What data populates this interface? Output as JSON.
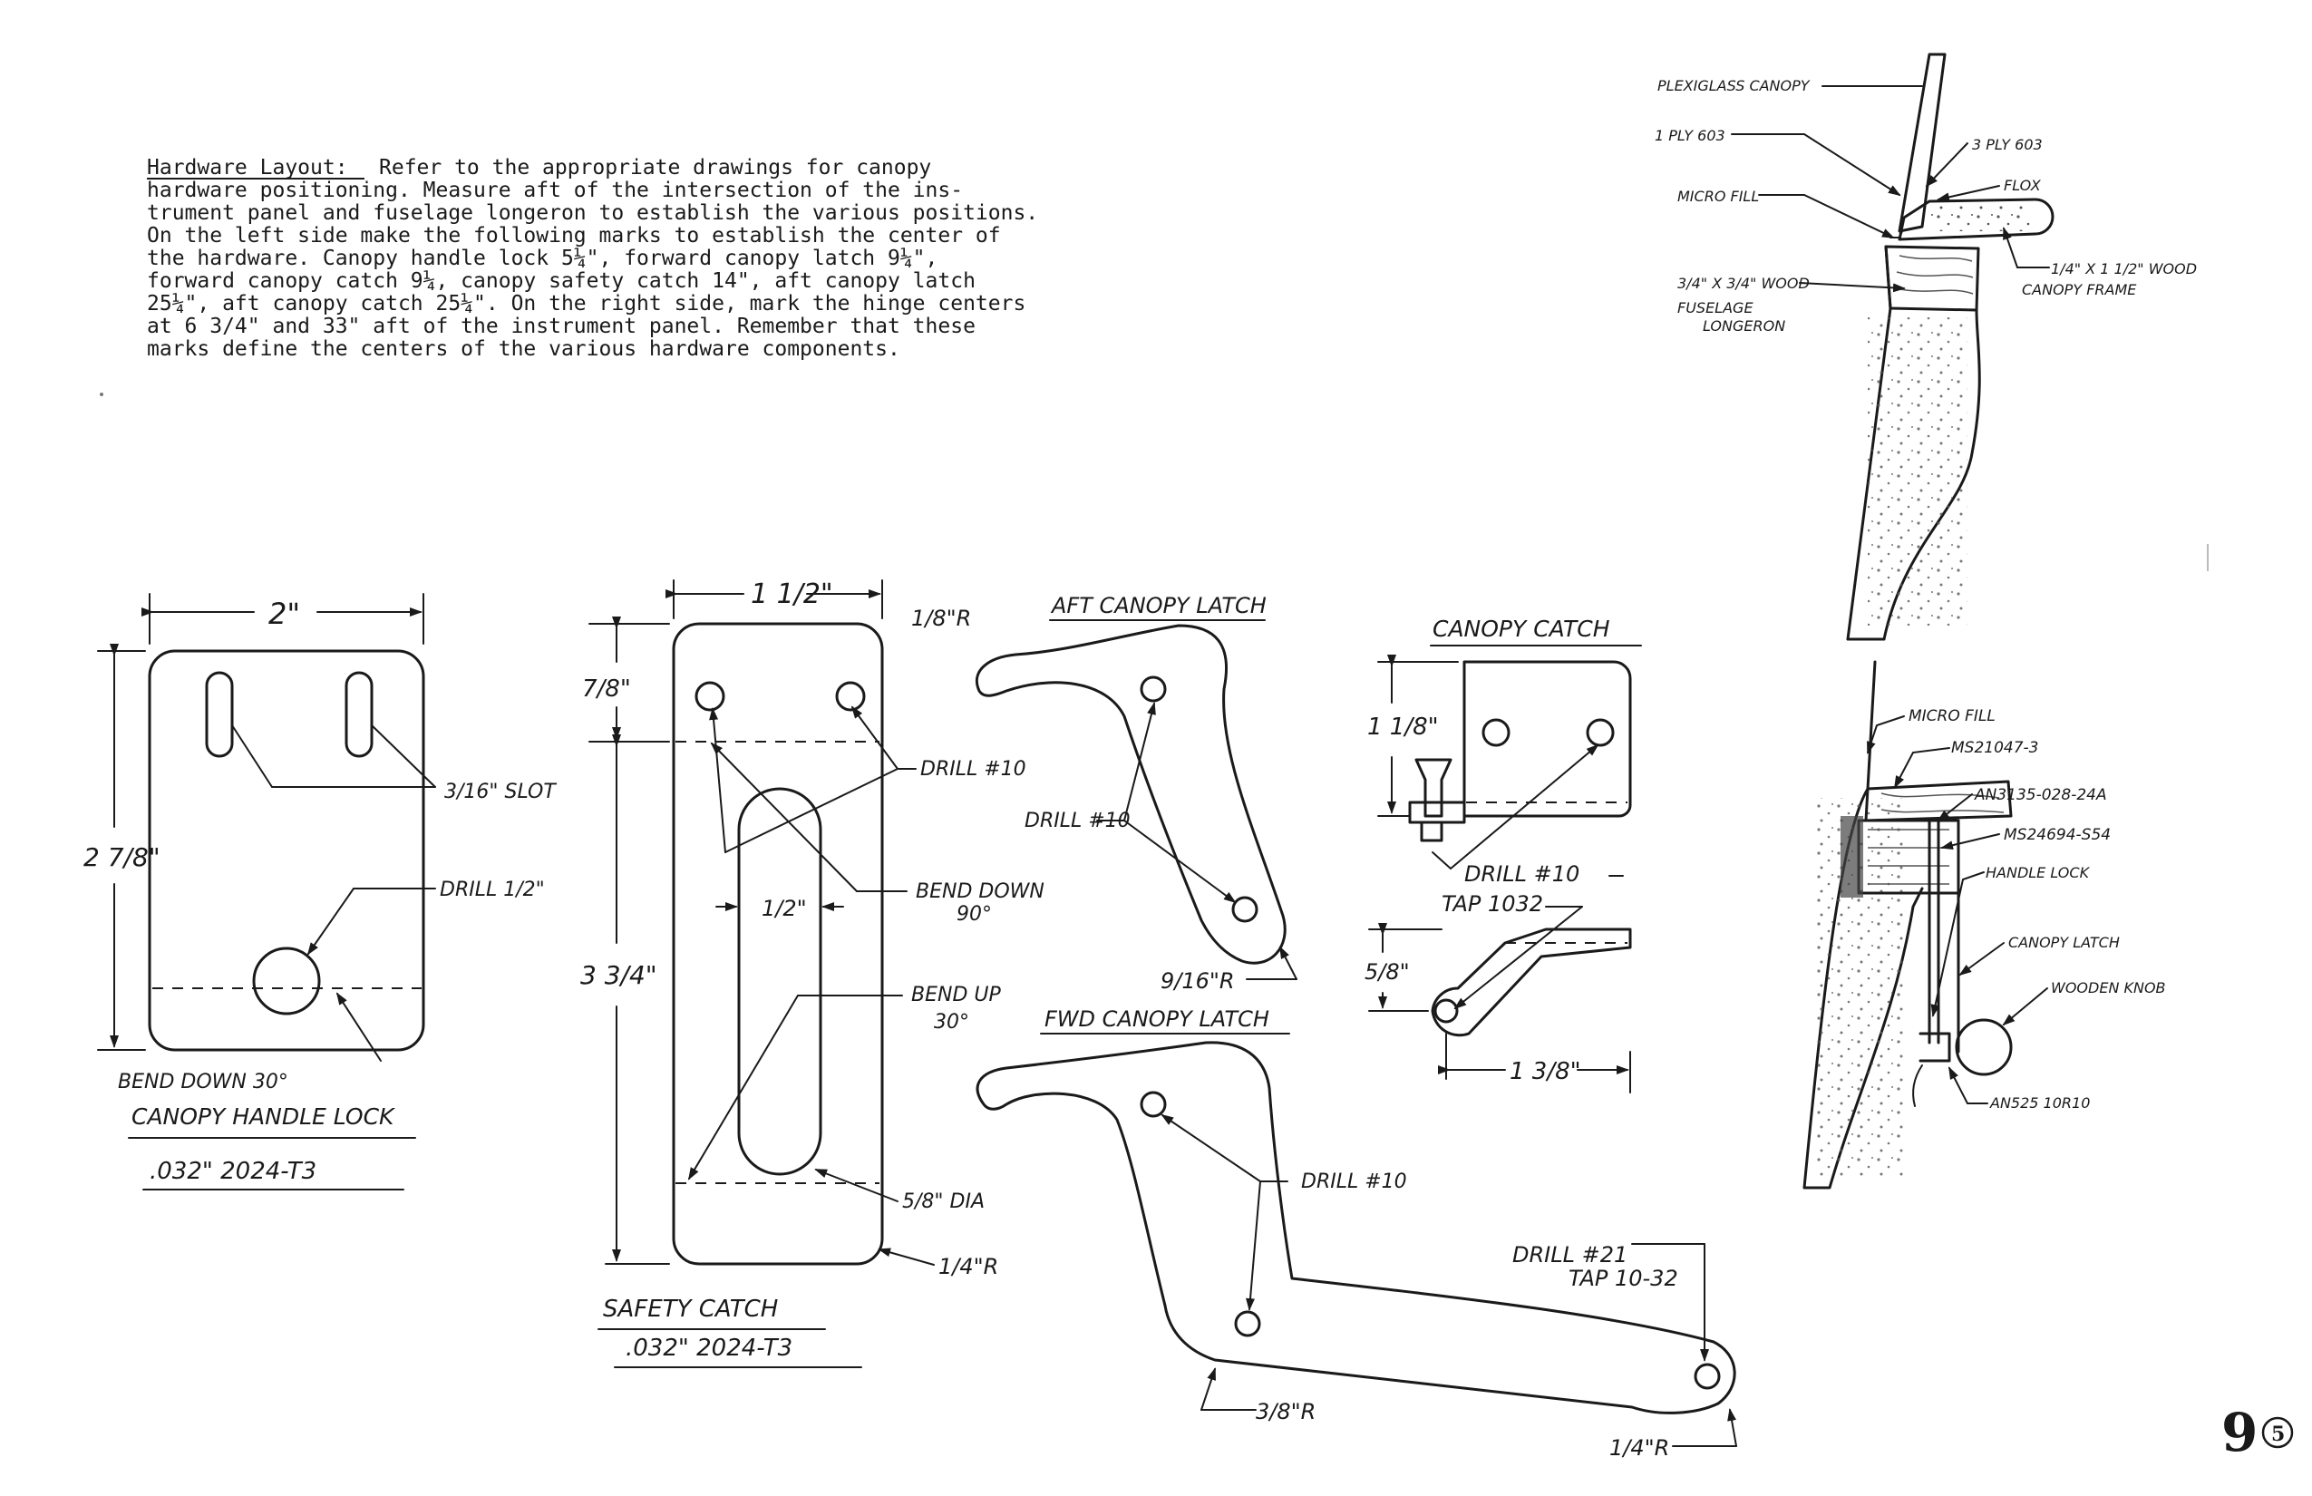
{
  "intro": {
    "heading": "Hardware Layout:",
    "lines": [
      "Refer to the appropriate drawings for canopy",
      "hardware positioning.  Measure aft of the intersection of the ins-",
      "trument panel and fuselage longeron to establish the various positions.",
      "On the left side make the following marks to establish the center of",
      "the hardware.  Canopy handle lock 5¼\", forward canopy latch 9¼\",",
      "forward canopy catch 9¼, canopy safety catch 14\", aft canopy latch",
      "25¼\", aft canopy catch 25¼\".  On the right side, mark the hinge centers",
      "at 6 3/4\" and 33\" aft of the instrument panel.  Remember that these",
      "marks define the centers of the various hardware components."
    ]
  },
  "handle_lock": {
    "dim_width": "2\"",
    "dim_height": "2 7/8\"",
    "slot": "3/16\" SLOT",
    "drill": "DRILL 1/2\"",
    "bend": "BEND DOWN 30°",
    "title": "CANOPY HANDLE LOCK",
    "material": ".032\"  2024-T3"
  },
  "safety_catch": {
    "dim_width": "1 1/2\"",
    "corner_r": "1/8\"R",
    "dim_top": "7/8\"",
    "dim_height": "3 3/4\"",
    "slot_w": "1/2\"",
    "drill": "DRILL #10",
    "bend_down": "BEND DOWN",
    "bend_down_angle": "90°",
    "bend_up": "BEND UP",
    "bend_up_angle": "30°",
    "dia": "5/8\" DIA",
    "bottom_r": "1/4\"R",
    "title": "SAFETY CATCH",
    "material": ".032\" 2024-T3"
  },
  "aft_latch": {
    "title": "AFT CANOPY LATCH",
    "drill": "DRILL #10",
    "radius": "9/16\"R"
  },
  "canopy_catch": {
    "title": "CANOPY CATCH",
    "dim_height": "1 1/8\"",
    "drill": "DRILL #10",
    "tap": "TAP 1032",
    "dim_side": "5/8\"",
    "dim_len": "1 3/8\""
  },
  "fwd_latch": {
    "title": "FWD CANOPY LATCH",
    "drill": "DRILL #10",
    "drill2": "DRILL #21",
    "tap2": "TAP 10-32",
    "r1": "3/8\"R",
    "r2": "1/4\"R"
  },
  "section_top": {
    "plexi": "PLEXIGLASS CANOPY",
    "ply1": "1 PLY 603",
    "ply3": "3 PLY 603",
    "flox": "FLOX",
    "micro": "MICRO FILL",
    "longeron": "3/4\" X 3/4\" WOOD",
    "longeron2": "FUSELAGE",
    "longeron3": "LONGERON",
    "frame": "1/4\" X 1 1/2\" WOOD",
    "frame2": "CANOPY FRAME"
  },
  "section_bottom": {
    "micro": "MICRO FILL",
    "ms1": "MS21047-3",
    "an1": "AN3135-028-24A",
    "ms2": "MS24694-S54",
    "handle_lock": "HANDLE LOCK",
    "latch": "CANOPY LATCH",
    "knob": "WOODEN KNOB",
    "an2": "AN525 10R10"
  },
  "page": {
    "number": "9",
    "sub": "5"
  }
}
